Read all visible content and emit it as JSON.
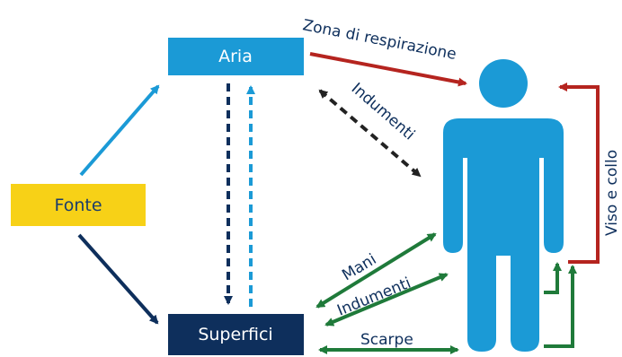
{
  "nodes": {
    "aria": {
      "label": "Aria",
      "fill": "#1b9ad6",
      "text_color": "#ffffff"
    },
    "fonte": {
      "label": "Fonte",
      "fill": "#f7d117",
      "text_color": "#1b3d6b"
    },
    "superfici": {
      "label": "Superfici",
      "fill": "#0e2f5c",
      "text_color": "#ffffff"
    }
  },
  "person": {
    "color": "#1b9ad6"
  },
  "edges": {
    "zona_respirazione": {
      "label": "Zona di respirazione",
      "color": "#b5241f"
    },
    "viso_collo": {
      "label": "Viso e collo",
      "color": "#b5241f"
    },
    "indumenti_aria": {
      "label": "Indumenti",
      "color": "#222222"
    },
    "mani": {
      "label": "Mani",
      "color": "#1f7a3a"
    },
    "indumenti_superfici": {
      "label": "Indumenti",
      "color": "#1f7a3a"
    },
    "scarpe": {
      "label": "Scarpe",
      "color": "#1f7a3a"
    }
  },
  "colors": {
    "light_blue": "#1b9ad6",
    "dark_blue": "#0e2f5c",
    "red": "#b5241f",
    "green": "#1f7a3a",
    "black": "#222222"
  }
}
